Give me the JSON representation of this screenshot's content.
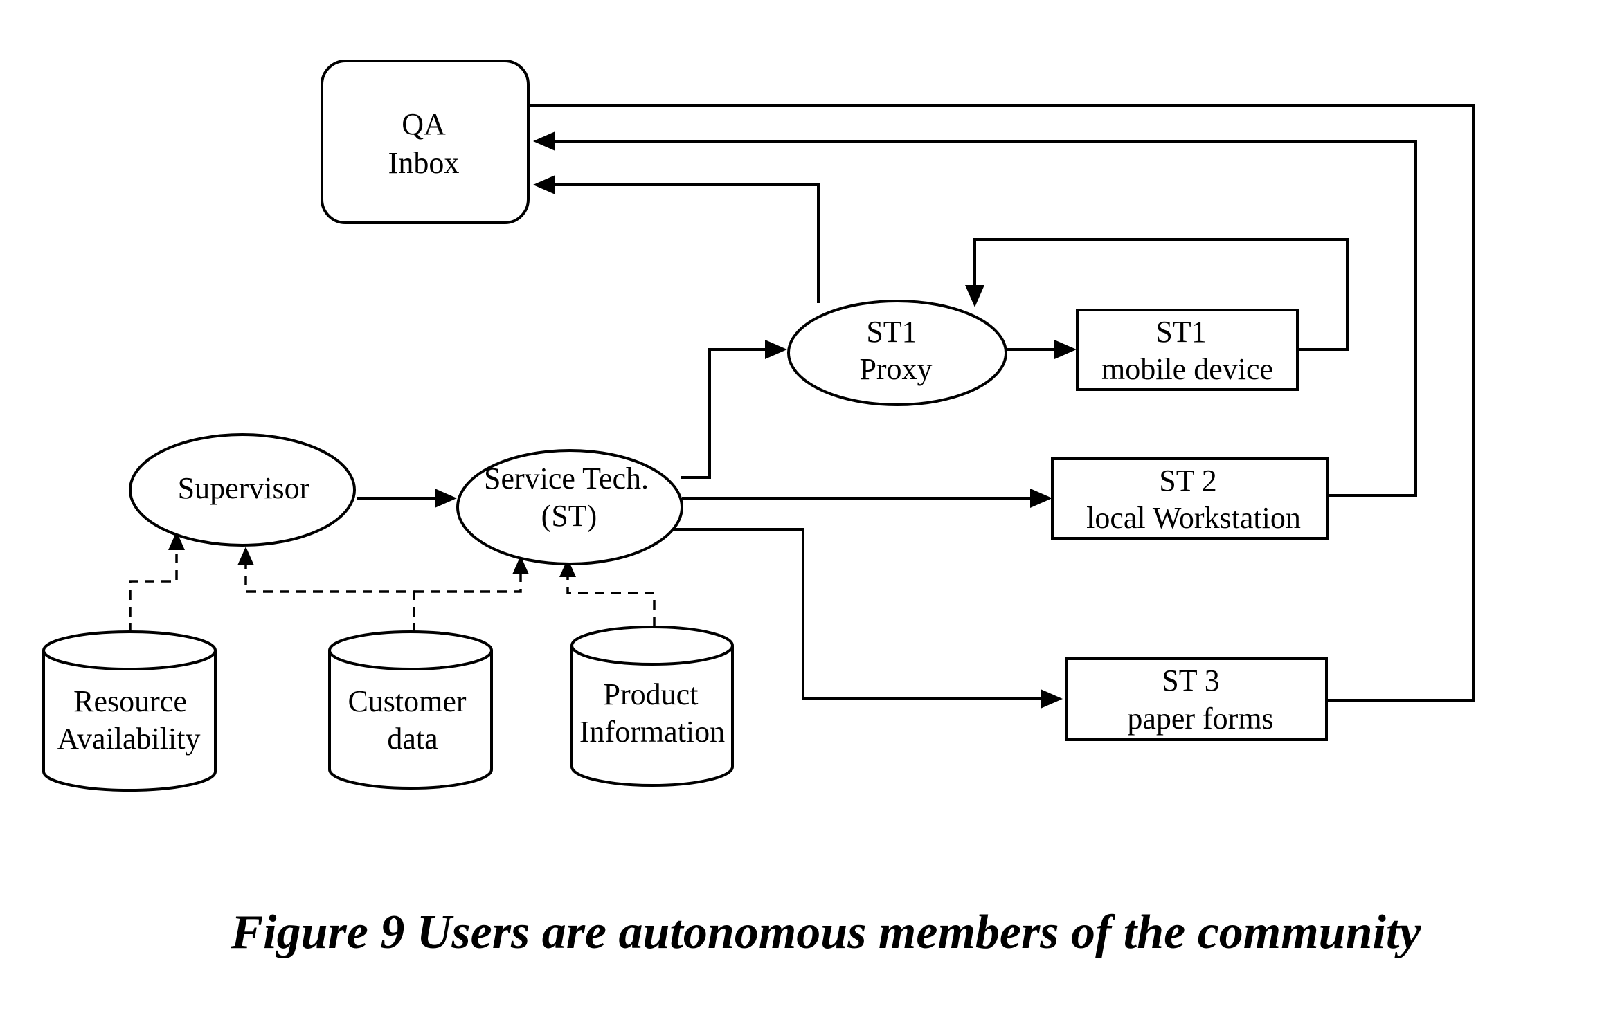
{
  "nodes": {
    "qa_inbox": {
      "line1": "QA",
      "line2": "Inbox"
    },
    "st1_proxy": {
      "line1": "ST1",
      "line2": "Proxy"
    },
    "st1_mobile": {
      "line1": "ST1",
      "line2": "mobile device"
    },
    "supervisor": {
      "label": "Supervisor"
    },
    "service_tech": {
      "line1": "Service Tech.",
      "line2": "(ST)"
    },
    "st2_workstation": {
      "line1": "ST 2",
      "line2": "local Workstation"
    },
    "st3_paper": {
      "line1": "ST 3",
      "line2": "paper forms"
    },
    "resource_availability": {
      "line1": "Resource",
      "line2": "Availability"
    },
    "customer_data": {
      "line1": "Customer",
      "line2": "data"
    },
    "product_information": {
      "line1": "Product",
      "line2": "Information"
    }
  },
  "caption": "Figure 9 Users are autonomous members of the community"
}
